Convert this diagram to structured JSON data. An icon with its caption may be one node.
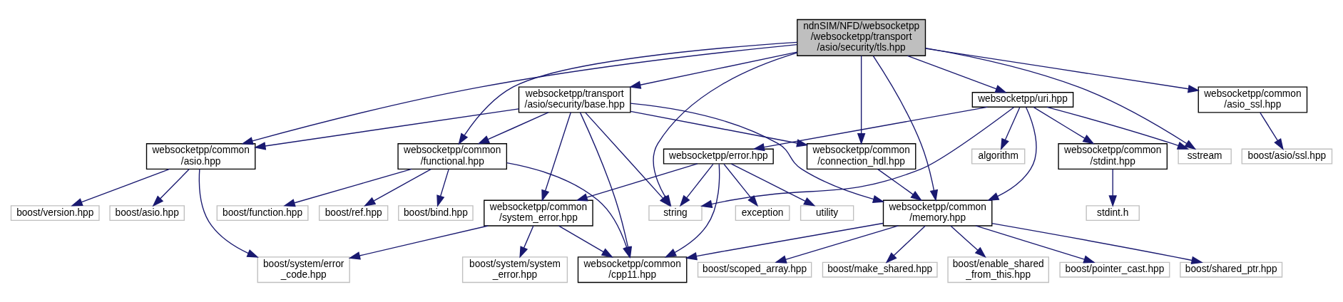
{
  "diagram": {
    "nodes": [
      {
        "text": [
          "ndnSIM/NFD/websocketpp /websocketpp/transport /asio/security/tls.hpp"
        ]
      },
      {
        "text": [
          "websocketpp/transport /asio/security/base.hpp"
        ]
      },
      {
        "text": [
          "websocketpp/uri.hpp"
        ]
      },
      {
        "text": [
          "websocketpp/common /asio_ssl.hpp"
        ]
      },
      {
        "text": [
          "websocketpp/common /asio.hpp"
        ]
      },
      {
        "text": [
          "websocketpp/common /connection_hdl.hpp"
        ]
      },
      {
        "text": [
          "websocketpp/common /functional.hpp"
        ]
      },
      {
        "text": [
          "algorithm"
        ]
      },
      {
        "text": [
          "websocketpp/error.hpp"
        ]
      },
      {
        "text": [
          "websocketpp/common /stdint.hpp"
        ]
      },
      {
        "text": [
          "sstream"
        ]
      },
      {
        "text": [
          "boost/asio/ssl.hpp"
        ]
      },
      {
        "text": [
          "boost/version.hpp"
        ]
      },
      {
        "text": [
          "boost/asio.hpp"
        ]
      },
      {
        "text": [
          "websocketpp/common /memory.hpp"
        ]
      },
      {
        "text": [
          "boost/bind.hpp"
        ]
      },
      {
        "text": [
          "boost/function.hpp"
        ]
      },
      {
        "text": [
          "boost/ref.hpp"
        ]
      },
      {
        "text": [
          "websocketpp/common /system_error.hpp"
        ]
      },
      {
        "text": [
          "string"
        ]
      },
      {
        "text": [
          "exception"
        ]
      },
      {
        "text": [
          "utility"
        ]
      },
      {
        "text": [
          "stdint.h"
        ]
      },
      {
        "text": [
          "boost/enable_shared _from_this.hpp"
        ]
      },
      {
        "text": [
          "boost/pointer_cast.hpp"
        ]
      },
      {
        "text": [
          "boost/system/error _code.hpp"
        ]
      },
      {
        "text": [
          "boost/shared_ptr.hpp"
        ]
      },
      {
        "text": [
          "boost/scoped_array.hpp"
        ]
      },
      {
        "text": [
          "boost/make_shared.hpp"
        ]
      },
      {
        "text": [
          "websocketpp/common /cpp11.hpp"
        ]
      },
      {
        "text": [
          "boost/system/system _error.hpp"
        ]
      }
    ],
    "edges": [
      {
        "from": 0,
        "to": 4,
        "arrow": "to"
      },
      {
        "from": 0,
        "to": 14,
        "arrow": "to"
      },
      {
        "from": 0,
        "to": 5,
        "arrow": "to"
      },
      {
        "from": 0,
        "to": 1,
        "arrow": "to"
      },
      {
        "from": 0,
        "to": 6,
        "arrow": "to"
      },
      {
        "from": 0,
        "to": 19,
        "arrow": "to"
      },
      {
        "from": 0,
        "to": 2,
        "arrow": "to"
      },
      {
        "from": 0,
        "to": 10,
        "arrow": "to"
      },
      {
        "from": 0,
        "to": 3,
        "arrow": "to"
      },
      {
        "from": 1,
        "to": 4,
        "arrow": "to"
      },
      {
        "from": 1,
        "to": 5,
        "arrow": "to"
      },
      {
        "from": 1,
        "to": 14,
        "arrow": "to"
      },
      {
        "from": 1,
        "to": 6,
        "arrow": "to"
      },
      {
        "from": 1,
        "to": 18,
        "arrow": "to"
      },
      {
        "from": 1,
        "to": 19,
        "arrow": "to"
      },
      {
        "from": 1,
        "to": 29,
        "arrow": "to"
      },
      {
        "from": 2,
        "to": 14,
        "arrow": "to"
      },
      {
        "from": 2,
        "to": 19,
        "arrow": "to"
      },
      {
        "from": 2,
        "to": 7,
        "arrow": "to"
      },
      {
        "from": 2,
        "to": 8,
        "arrow": "to"
      },
      {
        "from": 2,
        "to": 9,
        "arrow": "to"
      },
      {
        "from": 2,
        "to": 10,
        "arrow": "to"
      },
      {
        "from": 3,
        "to": 11,
        "arrow": "to"
      },
      {
        "from": 4,
        "to": 12,
        "arrow": "to"
      },
      {
        "from": 4,
        "to": 13,
        "arrow": "to"
      },
      {
        "from": 4,
        "to": 25,
        "arrow": "to"
      },
      {
        "from": 5,
        "to": 14,
        "arrow": "to"
      },
      {
        "from": 6,
        "to": 15,
        "arrow": "to"
      },
      {
        "from": 6,
        "to": 16,
        "arrow": "to"
      },
      {
        "from": 6,
        "to": 17,
        "arrow": "to"
      },
      {
        "from": 6,
        "to": 29,
        "arrow": "to"
      },
      {
        "from": 8,
        "to": 18,
        "arrow": "to"
      },
      {
        "from": 8,
        "to": 19,
        "arrow": "to"
      },
      {
        "from": 8,
        "to": 29,
        "arrow": "to"
      },
      {
        "from": 8,
        "to": 20,
        "arrow": "to"
      },
      {
        "from": 8,
        "to": 21,
        "arrow": "to"
      },
      {
        "from": 9,
        "to": 22,
        "arrow": "to"
      },
      {
        "from": 14,
        "to": 23,
        "arrow": "to"
      },
      {
        "from": 14,
        "to": 24,
        "arrow": "to"
      },
      {
        "from": 14,
        "to": 26,
        "arrow": "to"
      },
      {
        "from": 14,
        "to": 27,
        "arrow": "to"
      },
      {
        "from": 14,
        "to": 28,
        "arrow": "to"
      },
      {
        "from": 14,
        "to": 29,
        "arrow": "to"
      },
      {
        "from": 18,
        "to": 25,
        "arrow": "to"
      },
      {
        "from": 18,
        "to": 29,
        "arrow": "to"
      },
      {
        "from": 18,
        "to": 30,
        "arrow": "to"
      }
    ]
  }
}
